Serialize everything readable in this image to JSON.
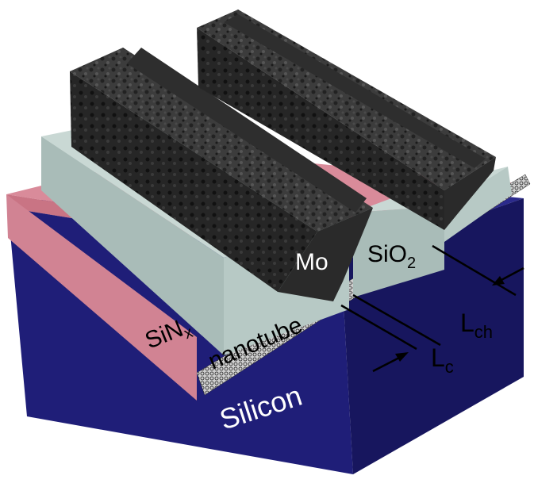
{
  "labels": {
    "silicon": "Silicon",
    "sinx_main": "SiN",
    "sinx_sub": "x",
    "nanotube": "nanotube",
    "mo": "Mo",
    "sio2_main": "SiO",
    "sio2_sub": "2",
    "lc_main": "L",
    "lc_sub": "c",
    "lch_main": "L",
    "lch_sub": "ch"
  },
  "colors": {
    "silicon_top": "#2b2a8c",
    "silicon_front": "#1f1e78",
    "silicon_side": "#17165e",
    "sinx_top": "#d98b9a",
    "sinx_front": "#c97484",
    "oxide_top": "#bfd0cc",
    "oxide_front": "#a9bcb8",
    "mo_top": "#3a3a3a",
    "mo_side": "#1f1f1f",
    "label_light": "#ffffff",
    "label_dark": "#000000"
  }
}
